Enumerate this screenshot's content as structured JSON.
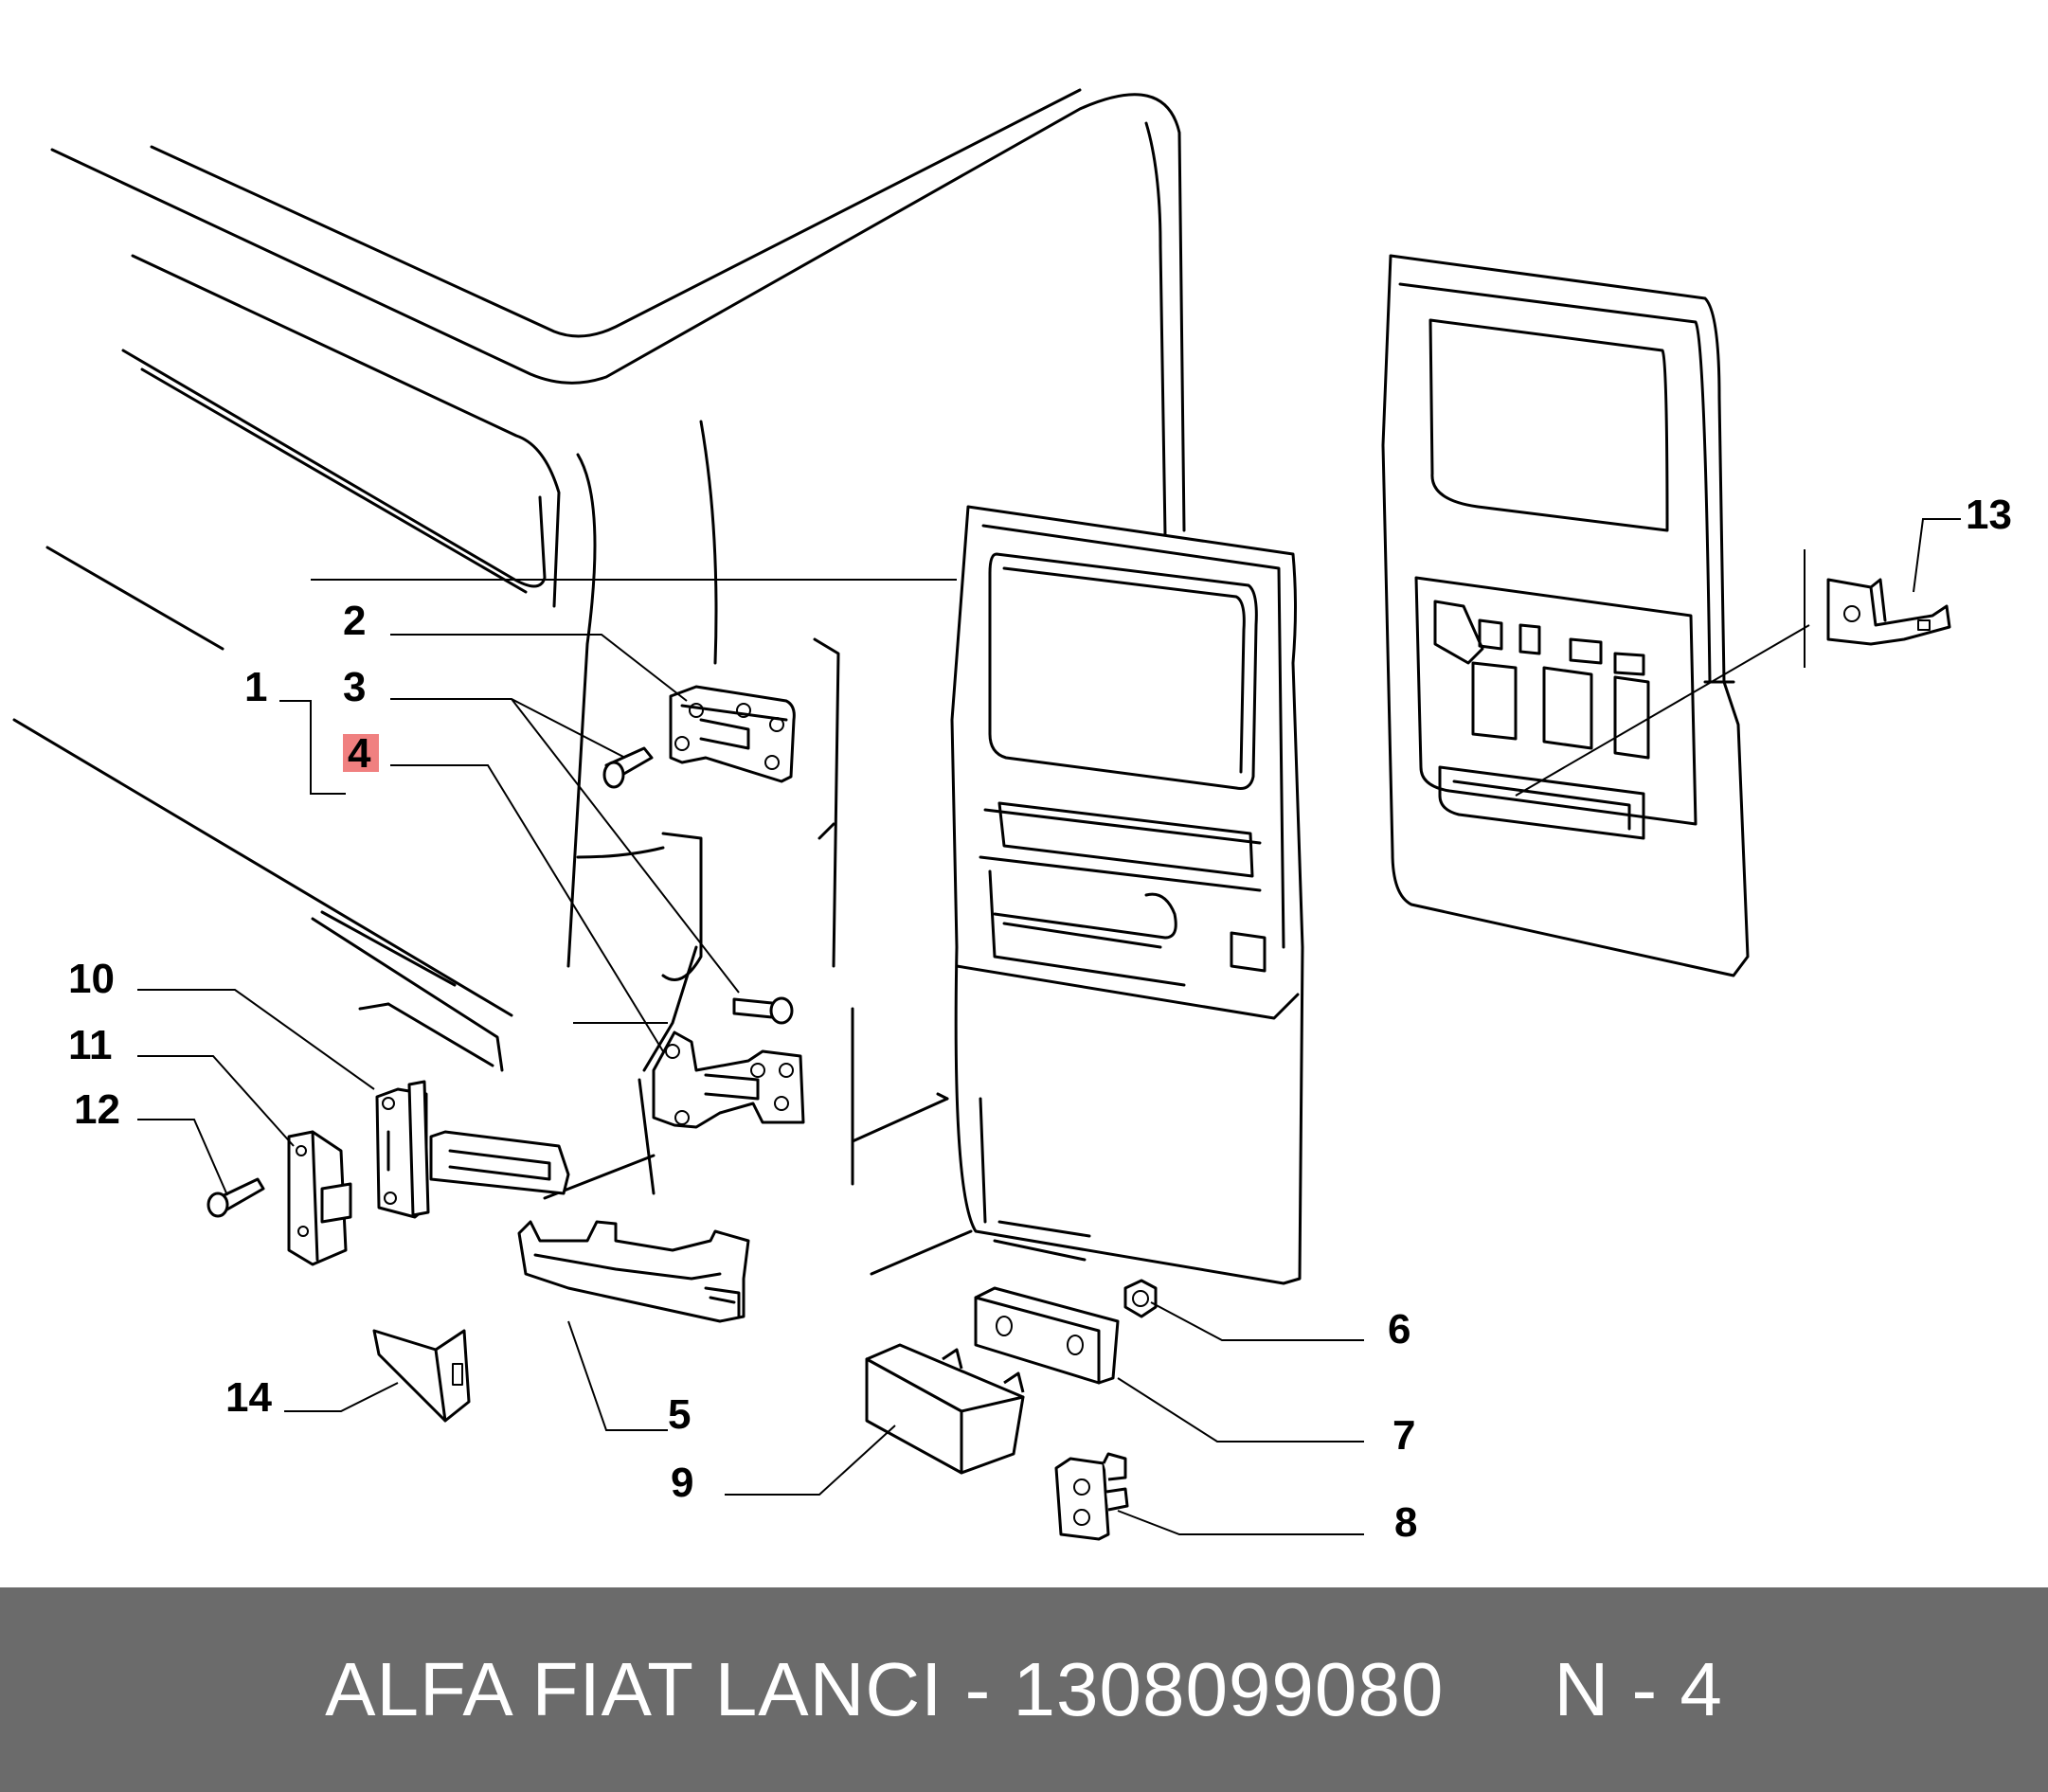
{
  "diagram": {
    "callouts": [
      "1",
      "2",
      "3",
      "4",
      "5",
      "6",
      "7",
      "8",
      "9",
      "10",
      "11",
      "12",
      "13",
      "14"
    ],
    "highlighted_callout": "4",
    "highlight_color": "#f08080"
  },
  "footer": {
    "brand": "ALFA FIAT LANCI",
    "separator": "-",
    "part_number": "1308099080",
    "position": "N - 4",
    "background": "#6b6b6b"
  }
}
